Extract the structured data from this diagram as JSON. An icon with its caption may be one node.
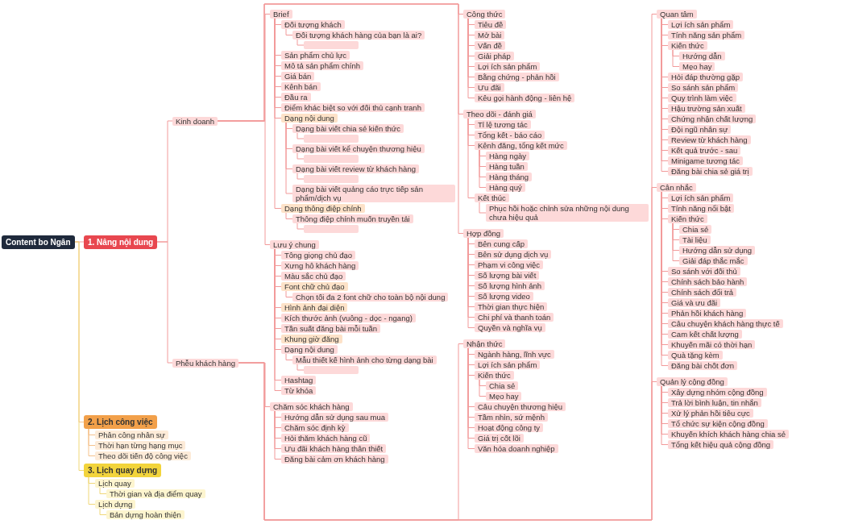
{
  "diagram": {
    "nodes": [
      {
        "text": [
          "Content bo Ngân"
        ]
      },
      {
        "text": [
          "1. Nâng nội dung"
        ]
      },
      {
        "text": [
          "Kinh doanh"
        ]
      },
      {
        "text": [
          "Brief"
        ]
      },
      {
        "text": [
          "Đối tượng khách"
        ]
      },
      {
        "text": [
          "Đối tượng khách hàng của bạn là ai?"
        ]
      },
      {
        "text": [],
        "shape": "box"
      },
      {
        "text": [
          "Sản phẩm chủ lực"
        ]
      },
      {
        "text": [
          "Mô tả sản phẩm chính"
        ]
      },
      {
        "text": [
          "Giá bán"
        ]
      },
      {
        "text": [
          "Kênh bán"
        ]
      },
      {
        "text": [
          "Đầu ra"
        ]
      },
      {
        "text": [
          "Điểm khác biệt so với đối thủ cạnh tranh"
        ]
      },
      {
        "text": [
          "Dạng nội dung"
        ]
      },
      {
        "text": [
          "Dạng bài viết chia sẻ kiến thức"
        ]
      },
      {
        "text": [],
        "shape": "box"
      },
      {
        "text": [
          "Dạng bài viết kể chuyện thương hiệu"
        ]
      },
      {
        "text": [],
        "shape": "box"
      },
      {
        "text": [
          "Dạng bài viết review từ khách hàng"
        ]
      },
      {
        "text": [],
        "shape": "box"
      },
      {
        "text": [
          "Dạng bài viết quảng cáo trực tiếp sản phẩm/dịch vụ"
        ]
      },
      {
        "text": [
          "Dạng thông điệp chính"
        ]
      },
      {
        "text": [
          "Thông điệp chính muốn truyền tải"
        ]
      },
      {
        "text": [],
        "shape": "box"
      },
      {
        "text": [
          "Lưu ý chung"
        ]
      },
      {
        "text": [
          "Tông giọng chủ đạo"
        ]
      },
      {
        "text": [
          "Xưng hô khách hàng"
        ]
      },
      {
        "text": [
          "Màu sắc chủ đạo"
        ]
      },
      {
        "text": [
          "Font chữ chủ đạo"
        ]
      },
      {
        "text": [
          "Chọn tối đa 2 font chữ cho toàn bộ nội dung"
        ]
      },
      {
        "text": [
          "Hình ảnh đại diện"
        ]
      },
      {
        "text": [
          "Kích thước ảnh (vuông - dọc - ngang)"
        ]
      },
      {
        "text": [
          "Tần suất đăng bài mỗi tuần"
        ]
      },
      {
        "text": [
          "Khung giờ đăng"
        ]
      },
      {
        "text": [
          "Dạng nội dung"
        ]
      },
      {
        "text": [
          "Mẫu thiết kế hình ảnh cho từng dạng bài"
        ]
      },
      {
        "text": [],
        "shape": "box"
      },
      {
        "text": [
          "Hashtag"
        ]
      },
      {
        "text": [
          "Từ khóa"
        ]
      },
      {
        "text": [
          "Công thức"
        ]
      },
      {
        "text": [
          "Tiêu đề"
        ]
      },
      {
        "text": [
          "Mở bài"
        ]
      },
      {
        "text": [
          "Vấn đề"
        ]
      },
      {
        "text": [
          "Giải pháp"
        ]
      },
      {
        "text": [
          "Lợi ích sản phẩm"
        ]
      },
      {
        "text": [
          "Bằng chứng - phản hồi"
        ]
      },
      {
        "text": [
          "Ưu đãi"
        ]
      },
      {
        "text": [
          "Kêu gọi hành động - liên hệ"
        ]
      },
      {
        "text": [
          "Theo dõi - đánh giá"
        ]
      },
      {
        "text": [
          "Tỉ lệ tương tác"
        ]
      },
      {
        "text": [
          "Tổng kết - báo cáo"
        ]
      },
      {
        "text": [
          "Kênh đăng, tổng kết mức"
        ]
      },
      {
        "text": [
          "Hàng ngày"
        ]
      },
      {
        "text": [
          "Hàng tuần"
        ]
      },
      {
        "text": [
          "Hàng tháng"
        ]
      },
      {
        "text": [
          "Hàng quý"
        ]
      },
      {
        "text": [
          "Kết thúc"
        ]
      },
      {
        "text": [
          "Phục hồi hoặc chỉnh sửa những nội dung chưa hiệu quả"
        ]
      },
      {
        "text": [
          "Hợp đồng"
        ]
      },
      {
        "text": [
          "Bên cung cấp"
        ]
      },
      {
        "text": [
          "Bên sử dụng dịch vụ"
        ]
      },
      {
        "text": [
          "Phạm vi công việc"
        ]
      },
      {
        "text": [
          "Số lượng bài viết"
        ]
      },
      {
        "text": [
          "Số lượng hình ảnh"
        ]
      },
      {
        "text": [
          "Số lượng video"
        ]
      },
      {
        "text": [
          "Thời gian thực hiện"
        ]
      },
      {
        "text": [
          "Chi phí và thanh toán"
        ]
      },
      {
        "text": [
          "Quyền và nghĩa vụ"
        ]
      },
      {
        "text": [
          "Phễu khách hàng"
        ]
      },
      {
        "text": [
          "Nhận thức"
        ]
      },
      {
        "text": [
          "Ngành hàng, lĩnh vực"
        ]
      },
      {
        "text": [
          "Lợi ích sản phẩm"
        ]
      },
      {
        "text": [
          "Kiến thức"
        ]
      },
      {
        "text": [
          "Chia sẻ"
        ]
      },
      {
        "text": [
          "Mẹo hay"
        ]
      },
      {
        "text": [
          "Câu chuyện thương hiệu"
        ]
      },
      {
        "text": [
          "Tầm nhìn, sứ mệnh"
        ]
      },
      {
        "text": [
          "Hoạt động công ty"
        ]
      },
      {
        "text": [
          "Giá trị cốt lõi"
        ]
      },
      {
        "text": [
          "Văn hóa doanh nghiệp"
        ]
      },
      {
        "text": [
          "Quan tâm"
        ]
      },
      {
        "text": [
          "Lợi ích sản phẩm"
        ]
      },
      {
        "text": [
          "Tính năng sản phẩm"
        ]
      },
      {
        "text": [
          "Kiến thức"
        ]
      },
      {
        "text": [
          "Hướng dẫn"
        ]
      },
      {
        "text": [
          "Mẹo hay"
        ]
      },
      {
        "text": [
          "Hỏi đáp thường gặp"
        ]
      },
      {
        "text": [
          "So sánh sản phẩm"
        ]
      },
      {
        "text": [
          "Quy trình làm việc"
        ]
      },
      {
        "text": [
          "Hậu trường sản xuất"
        ]
      },
      {
        "text": [
          "Chứng nhận chất lượng"
        ]
      },
      {
        "text": [
          "Đội ngũ nhân sự"
        ]
      },
      {
        "text": [
          "Review từ khách hàng"
        ]
      },
      {
        "text": [
          "Kết quả trước - sau"
        ]
      },
      {
        "text": [
          "Minigame tương tác"
        ]
      },
      {
        "text": [
          "Đăng bài chia sẻ giá trị"
        ]
      },
      {
        "text": [
          "Cân nhắc"
        ]
      },
      {
        "text": [
          "Lợi ích sản phẩm"
        ]
      },
      {
        "text": [
          "Tính năng nổi bật"
        ]
      },
      {
        "text": [
          "Kiến thức"
        ]
      },
      {
        "text": [
          "Chia sẻ"
        ]
      },
      {
        "text": [
          "Tài liệu"
        ]
      },
      {
        "text": [
          "Hướng dẫn sử dụng"
        ]
      },
      {
        "text": [
          "Giải đáp thắc mắc"
        ]
      },
      {
        "text": [
          "So sánh với đối thủ"
        ]
      },
      {
        "text": [
          "Chính sách bảo hành"
        ]
      },
      {
        "text": [
          "Chính sách đổi trả"
        ]
      },
      {
        "text": [
          "Giá và ưu đãi"
        ]
      },
      {
        "text": [
          "Phản hồi khách hàng"
        ]
      },
      {
        "text": [
          "Câu chuyện khách hàng thực tế"
        ]
      },
      {
        "text": [
          "Cam kết chất lượng"
        ]
      },
      {
        "text": [
          "Khuyến mãi có thời hạn"
        ]
      },
      {
        "text": [
          "Quà tặng kèm"
        ]
      },
      {
        "text": [
          "Đăng bài chốt đơn"
        ]
      },
      {
        "text": [
          "Chăm sóc khách hàng"
        ]
      },
      {
        "text": [
          "Hướng dẫn sử dụng sau mua"
        ]
      },
      {
        "text": [
          "Chăm sóc định kỳ"
        ]
      },
      {
        "text": [
          "Hỏi thăm khách hàng cũ"
        ]
      },
      {
        "text": [
          "Ưu đãi khách hàng thân thiết"
        ]
      },
      {
        "text": [
          "Đăng bài cảm ơn khách hàng"
        ]
      },
      {
        "text": [
          "Quản lý cộng đồng"
        ]
      },
      {
        "text": [
          "Xây dựng nhóm cộng đồng"
        ]
      },
      {
        "text": [
          "Trả lời bình luận, tin nhắn"
        ]
      },
      {
        "text": [
          "Xử lý phản hồi tiêu cực"
        ]
      },
      {
        "text": [
          "Tổ chức sự kiện cộng đồng"
        ]
      },
      {
        "text": [
          "Khuyến khích khách hàng chia sẻ"
        ]
      },
      {
        "text": [
          "Tổng kết hiệu quả cộng đồng"
        ]
      },
      {
        "text": [
          "2. Lịch công việc"
        ]
      },
      {
        "text": [
          "Phân công nhân sự"
        ]
      },
      {
        "text": [
          "Thời hạn từng hạng mục"
        ]
      },
      {
        "text": [
          "Theo dõi tiến độ công việc"
        ]
      },
      {
        "text": [
          "3. Lịch quay dựng"
        ]
      },
      {
        "text": [
          "Lịch quay"
        ]
      },
      {
        "text": [
          "Thời gian và địa điểm quay"
        ]
      },
      {
        "text": [
          "Lịch dựng"
        ]
      },
      {
        "text": [
          "Bản dựng hoàn thiện"
        ]
      }
    ],
    "edges": [
      {
        "from": 0,
        "to": 1,
        "arrow": "none"
      },
      {
        "from": 1,
        "to": 2,
        "arrow": "none"
      },
      {
        "from": 2,
        "to": 3,
        "arrow": "none"
      },
      {
        "from": 3,
        "to": 4,
        "arrow": "none"
      },
      {
        "from": 4,
        "to": 5,
        "arrow": "none"
      },
      {
        "from": 5,
        "to": 6,
        "arrow": "none"
      },
      {
        "from": 3,
        "to": 7,
        "arrow": "none"
      },
      {
        "from": 3,
        "to": 8,
        "arrow": "none"
      },
      {
        "from": 3,
        "to": 9,
        "arrow": "none"
      },
      {
        "from": 3,
        "to": 10,
        "arrow": "none"
      },
      {
        "from": 3,
        "to": 11,
        "arrow": "none"
      },
      {
        "from": 3,
        "to": 12,
        "arrow": "none"
      },
      {
        "from": 3,
        "to": 13,
        "arrow": "none"
      },
      {
        "from": 13,
        "to": 14,
        "arrow": "none"
      },
      {
        "from": 14,
        "to": 15,
        "arrow": "none"
      },
      {
        "from": 13,
        "to": 16,
        "arrow": "none"
      },
      {
        "from": 16,
        "to": 17,
        "arrow": "none"
      },
      {
        "from": 13,
        "to": 18,
        "arrow": "none"
      },
      {
        "from": 18,
        "to": 19,
        "arrow": "none"
      },
      {
        "from": 13,
        "to": 20,
        "arrow": "none"
      },
      {
        "from": 3,
        "to": 21,
        "arrow": "none"
      },
      {
        "from": 21,
        "to": 22,
        "arrow": "none"
      },
      {
        "from": 22,
        "to": 23,
        "arrow": "none"
      },
      {
        "from": 2,
        "to": 24,
        "arrow": "none"
      },
      {
        "from": 24,
        "to": 25,
        "arrow": "none"
      },
      {
        "from": 24,
        "to": 26,
        "arrow": "none"
      },
      {
        "from": 24,
        "to": 27,
        "arrow": "none"
      },
      {
        "from": 24,
        "to": 28,
        "arrow": "none"
      },
      {
        "from": 28,
        "to": 29,
        "arrow": "none"
      },
      {
        "from": 24,
        "to": 30,
        "arrow": "none"
      },
      {
        "from": 24,
        "to": 31,
        "arrow": "none"
      },
      {
        "from": 24,
        "to": 32,
        "arrow": "none"
      },
      {
        "from": 24,
        "to": 33,
        "arrow": "none"
      },
      {
        "from": 24,
        "to": 34,
        "arrow": "none"
      },
      {
        "from": 34,
        "to": 35,
        "arrow": "none"
      },
      {
        "from": 35,
        "to": 36,
        "arrow": "none"
      },
      {
        "from": 24,
        "to": 37,
        "arrow": "none"
      },
      {
        "from": 24,
        "to": 38,
        "arrow": "none"
      },
      {
        "from": 2,
        "to": 39,
        "arrow": "none"
      },
      {
        "from": 39,
        "to": 40,
        "arrow": "none"
      },
      {
        "from": 39,
        "to": 41,
        "arrow": "none"
      },
      {
        "from": 39,
        "to": 42,
        "arrow": "none"
      },
      {
        "from": 39,
        "to": 43,
        "arrow": "none"
      },
      {
        "from": 39,
        "to": 44,
        "arrow": "none"
      },
      {
        "from": 39,
        "to": 45,
        "arrow": "none"
      },
      {
        "from": 39,
        "to": 46,
        "arrow": "none"
      },
      {
        "from": 39,
        "to": 47,
        "arrow": "none"
      },
      {
        "from": 2,
        "to": 48,
        "arrow": "none"
      },
      {
        "from": 48,
        "to": 49,
        "arrow": "none"
      },
      {
        "from": 48,
        "to": 50,
        "arrow": "none"
      },
      {
        "from": 48,
        "to": 51,
        "arrow": "none"
      },
      {
        "from": 51,
        "to": 52,
        "arrow": "none"
      },
      {
        "from": 51,
        "to": 53,
        "arrow": "none"
      },
      {
        "from": 51,
        "to": 54,
        "arrow": "none"
      },
      {
        "from": 51,
        "to": 55,
        "arrow": "none"
      },
      {
        "from": 48,
        "to": 56,
        "arrow": "none"
      },
      {
        "from": 56,
        "to": 57,
        "arrow": "none"
      },
      {
        "from": 2,
        "to": 58,
        "arrow": "none"
      },
      {
        "from": 58,
        "to": 59,
        "arrow": "none"
      },
      {
        "from": 58,
        "to": 60,
        "arrow": "none"
      },
      {
        "from": 58,
        "to": 61,
        "arrow": "none"
      },
      {
        "from": 58,
        "to": 62,
        "arrow": "none"
      },
      {
        "from": 58,
        "to": 63,
        "arrow": "none"
      },
      {
        "from": 58,
        "to": 64,
        "arrow": "none"
      },
      {
        "from": 58,
        "to": 65,
        "arrow": "none"
      },
      {
        "from": 58,
        "to": 66,
        "arrow": "none"
      },
      {
        "from": 58,
        "to": 67,
        "arrow": "none"
      },
      {
        "from": 1,
        "to": 68,
        "arrow": "none"
      },
      {
        "from": 68,
        "to": 69,
        "arrow": "none"
      },
      {
        "from": 69,
        "to": 70,
        "arrow": "none"
      },
      {
        "from": 69,
        "to": 71,
        "arrow": "none"
      },
      {
        "from": 69,
        "to": 72,
        "arrow": "none"
      },
      {
        "from": 72,
        "to": 73,
        "arrow": "none"
      },
      {
        "from": 72,
        "to": 74,
        "arrow": "none"
      },
      {
        "from": 69,
        "to": 75,
        "arrow": "none"
      },
      {
        "from": 69,
        "to": 76,
        "arrow": "none"
      },
      {
        "from": 69,
        "to": 77,
        "arrow": "none"
      },
      {
        "from": 69,
        "to": 78,
        "arrow": "none"
      },
      {
        "from": 69,
        "to": 79,
        "arrow": "none"
      },
      {
        "from": 68,
        "to": 80,
        "arrow": "none"
      },
      {
        "from": 80,
        "to": 81,
        "arrow": "none"
      },
      {
        "from": 80,
        "to": 82,
        "arrow": "none"
      },
      {
        "from": 80,
        "to": 83,
        "arrow": "none"
      },
      {
        "from": 83,
        "to": 84,
        "arrow": "none"
      },
      {
        "from": 83,
        "to": 85,
        "arrow": "none"
      },
      {
        "from": 80,
        "to": 86,
        "arrow": "none"
      },
      {
        "from": 80,
        "to": 87,
        "arrow": "none"
      },
      {
        "from": 80,
        "to": 88,
        "arrow": "none"
      },
      {
        "from": 80,
        "to": 89,
        "arrow": "none"
      },
      {
        "from": 80,
        "to": 90,
        "arrow": "none"
      },
      {
        "from": 80,
        "to": 91,
        "arrow": "none"
      },
      {
        "from": 80,
        "to": 92,
        "arrow": "none"
      },
      {
        "from": 80,
        "to": 93,
        "arrow": "none"
      },
      {
        "from": 80,
        "to": 94,
        "arrow": "none"
      },
      {
        "from": 80,
        "to": 95,
        "arrow": "none"
      },
      {
        "from": 68,
        "to": 96,
        "arrow": "none"
      },
      {
        "from": 96,
        "to": 97,
        "arrow": "none"
      },
      {
        "from": 96,
        "to": 98,
        "arrow": "none"
      },
      {
        "from": 96,
        "to": 99,
        "arrow": "none"
      },
      {
        "from": 99,
        "to": 100,
        "arrow": "none"
      },
      {
        "from": 99,
        "to": 101,
        "arrow": "none"
      },
      {
        "from": 99,
        "to": 102,
        "arrow": "none"
      },
      {
        "from": 99,
        "to": 103,
        "arrow": "none"
      },
      {
        "from": 96,
        "to": 104,
        "arrow": "none"
      },
      {
        "from": 96,
        "to": 105,
        "arrow": "none"
      },
      {
        "from": 96,
        "to": 106,
        "arrow": "none"
      },
      {
        "from": 96,
        "to": 107,
        "arrow": "none"
      },
      {
        "from": 96,
        "to": 108,
        "arrow": "none"
      },
      {
        "from": 96,
        "to": 109,
        "arrow": "none"
      },
      {
        "from": 96,
        "to": 110,
        "arrow": "none"
      },
      {
        "from": 96,
        "to": 111,
        "arrow": "none"
      },
      {
        "from": 96,
        "to": 112,
        "arrow": "none"
      },
      {
        "from": 96,
        "to": 113,
        "arrow": "none"
      },
      {
        "from": 68,
        "to": 114,
        "arrow": "none"
      },
      {
        "from": 114,
        "to": 115,
        "arrow": "none"
      },
      {
        "from": 114,
        "to": 116,
        "arrow": "none"
      },
      {
        "from": 114,
        "to": 117,
        "arrow": "none"
      },
      {
        "from": 114,
        "to": 118,
        "arrow": "none"
      },
      {
        "from": 114,
        "to": 119,
        "arrow": "none"
      },
      {
        "from": 68,
        "to": 120,
        "arrow": "none"
      },
      {
        "from": 120,
        "to": 121,
        "arrow": "none"
      },
      {
        "from": 120,
        "to": 122,
        "arrow": "none"
      },
      {
        "from": 120,
        "to": 123,
        "arrow": "none"
      },
      {
        "from": 120,
        "to": 124,
        "arrow": "none"
      },
      {
        "from": 120,
        "to": 125,
        "arrow": "none"
      },
      {
        "from": 120,
        "to": 126,
        "arrow": "none"
      },
      {
        "from": 0,
        "to": 127,
        "arrow": "none",
        "color": "#f5c28c"
      },
      {
        "from": 127,
        "to": 128,
        "arrow": "none",
        "color": "#f5c28c"
      },
      {
        "from": 127,
        "to": 129,
        "arrow": "none",
        "color": "#f5c28c"
      },
      {
        "from": 127,
        "to": 130,
        "arrow": "none",
        "color": "#f5c28c"
      },
      {
        "from": 0,
        "to": 131,
        "arrow": "none",
        "color": "#f0d878"
      },
      {
        "from": 131,
        "to": 132,
        "arrow": "none",
        "color": "#f0d878"
      },
      {
        "from": 132,
        "to": 133,
        "arrow": "none",
        "color": "#f0d878"
      },
      {
        "from": 131,
        "to": 134,
        "arrow": "none",
        "color": "#f0d878"
      },
      {
        "from": 134,
        "to": 135,
        "arrow": "none",
        "color": "#f0d878"
      }
    ]
  }
}
